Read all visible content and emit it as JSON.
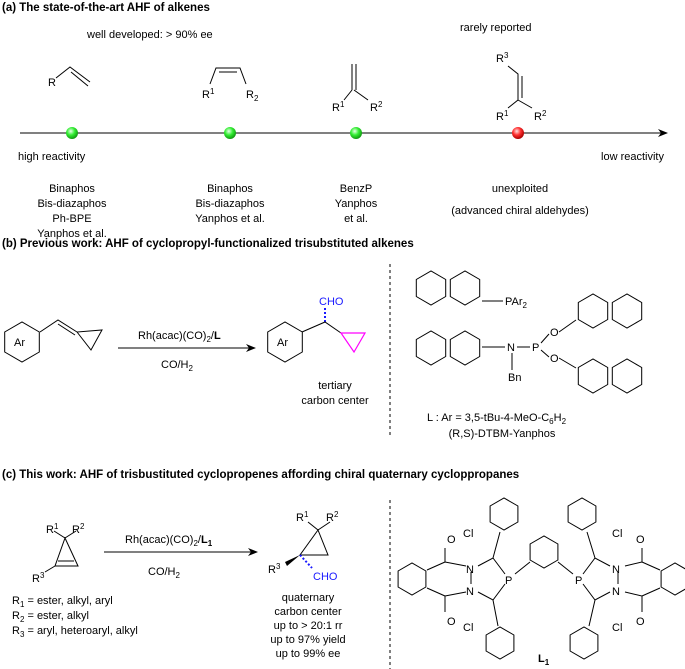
{
  "colors": {
    "green_dot": "#22dd22",
    "red_dot": "#ee2222",
    "cho_blue": "#1a1aff",
    "cyclopropyl_magenta": "#ff00ff"
  },
  "panel_a": {
    "title": "(a) The state-of-the-art AHF of alkenes",
    "well_developed": "well developed: > 90% ee",
    "rarely_reported": "rarely reported",
    "high_reactivity": "high reactivity",
    "low_reactivity": "low reactivity",
    "alkenes": [
      {
        "labels": [
          "R"
        ],
        "ligands": [
          "Binaphos",
          "Bis-diazaphos",
          "Ph-BPE",
          "Yanphos et al."
        ],
        "status": "green"
      },
      {
        "labels": [
          "R",
          "1",
          "R",
          "2"
        ],
        "ligands": [
          "Binaphos",
          "Bis-diazaphos",
          "Yanphos et al."
        ],
        "status": "green"
      },
      {
        "labels": [
          "R",
          "1",
          "R",
          "2"
        ],
        "ligands": [
          "BenzP",
          "Yanphos",
          "et al."
        ],
        "status": "green"
      },
      {
        "labels": [
          "R",
          "3",
          "R",
          "1",
          "R",
          "2"
        ],
        "ligands": [
          "unexploited",
          "(advanced chiral aldehydes)"
        ],
        "status": "red"
      }
    ]
  },
  "panel_b": {
    "title": "(b) Previous work: AHF of cyclopropyl-functionalized trisubstituted alkenes",
    "ar": "Ar",
    "reagent_main": "Rh(acac)(CO)",
    "reagent_sub": "2",
    "reagent_slash": "/",
    "reagent_ligand": "L",
    "conditions": "CO/H",
    "conditions_sub": "2",
    "cho": "CHO",
    "product_note": [
      "tertiary",
      "carbon center"
    ],
    "ligand_labels": {
      "par": "PAr",
      "par_sub": "2",
      "n": "N",
      "p": "P",
      "o": "O",
      "bn": "Bn"
    },
    "ligand_def": {
      "main": "L : Ar = 3,5-tBu-4-MeO-C",
      "sub1": "6",
      "h": "H",
      "sub2": "2"
    },
    "ligand_name": "(R,S)-DTBM-Yanphos"
  },
  "panel_c": {
    "title": "(c) This work: AHF of trisbustituted cyclopropenes affording chiral quaternary cycloppropanes",
    "r": "R",
    "one": "1",
    "two": "2",
    "three": "3",
    "reagent_main": "Rh(acac)(CO)",
    "reagent_sub": "2",
    "reagent_slash": "/",
    "reagent_ligand": "L",
    "reagent_ligand_sub": "1",
    "conditions": "CO/H",
    "conditions_sub": "2",
    "cho": "CHO",
    "substituents": [
      {
        "r": "R",
        "n": "1",
        "text": " = ester, alkyl, aryl"
      },
      {
        "r": "R",
        "n": "2",
        "text": " = ester, alkyl"
      },
      {
        "r": "R",
        "n": "3",
        "text": " = aryl, heteroaryl, alkyl"
      }
    ],
    "product_note": [
      "quaternary",
      "carbon center",
      "up to > 20:1 rr",
      "up to 97% yield",
      "up to 99% ee"
    ],
    "ligand_atoms": {
      "o": "O",
      "n": "N",
      "p": "P",
      "cl": "Cl"
    },
    "ligand_label": "L",
    "ligand_label_sub": "1"
  }
}
